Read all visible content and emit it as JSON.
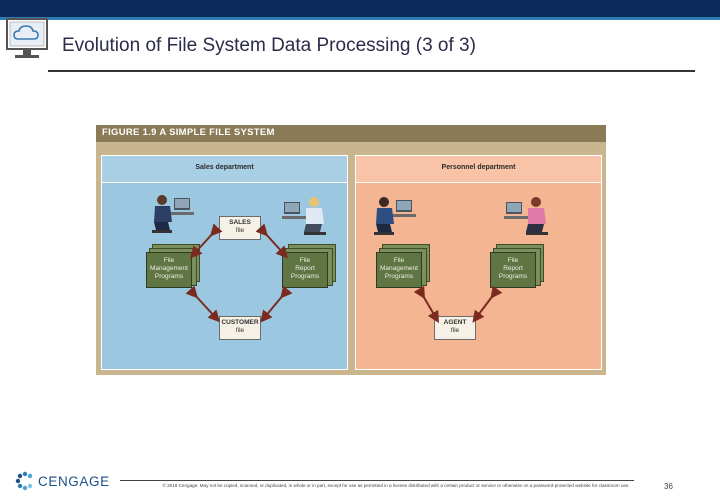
{
  "slide": {
    "title": "Evolution of File System Data Processing (3 of 3)",
    "page_number": "36",
    "copyright": "© 2018 Cengage. May not be copied, scanned, or duplicated, in whole or in part, except for use as permitted in a license distributed with a certain product or service or otherwise on a password-protected website for classroom use."
  },
  "brand": {
    "logo_text": "CENGAGE",
    "accent_color": "#0d2a5c",
    "accent_light": "#2f7bb5"
  },
  "figure": {
    "title": "FIGURE 1.9  A SIMPLE FILE SYSTEM",
    "sales": {
      "header": "Sales department",
      "file_top": [
        "SALES",
        "file"
      ],
      "file_bottom": [
        "CUSTOMER",
        "file"
      ],
      "prog_left": [
        "File",
        "Management",
        "Programs"
      ],
      "prog_right": [
        "File",
        "Report",
        "Programs"
      ]
    },
    "personnel": {
      "header": "Personnel department",
      "file_bottom": [
        "AGENT",
        "file"
      ],
      "prog_left": [
        "File",
        "Management",
        "Programs"
      ],
      "prog_right": [
        "File",
        "Report",
        "Programs"
      ]
    }
  },
  "icons": {
    "slide_icon": "cloud-monitor-icon",
    "logo_icon": "cengage-logo-icon",
    "person_icon": "person-at-computer-icon"
  }
}
